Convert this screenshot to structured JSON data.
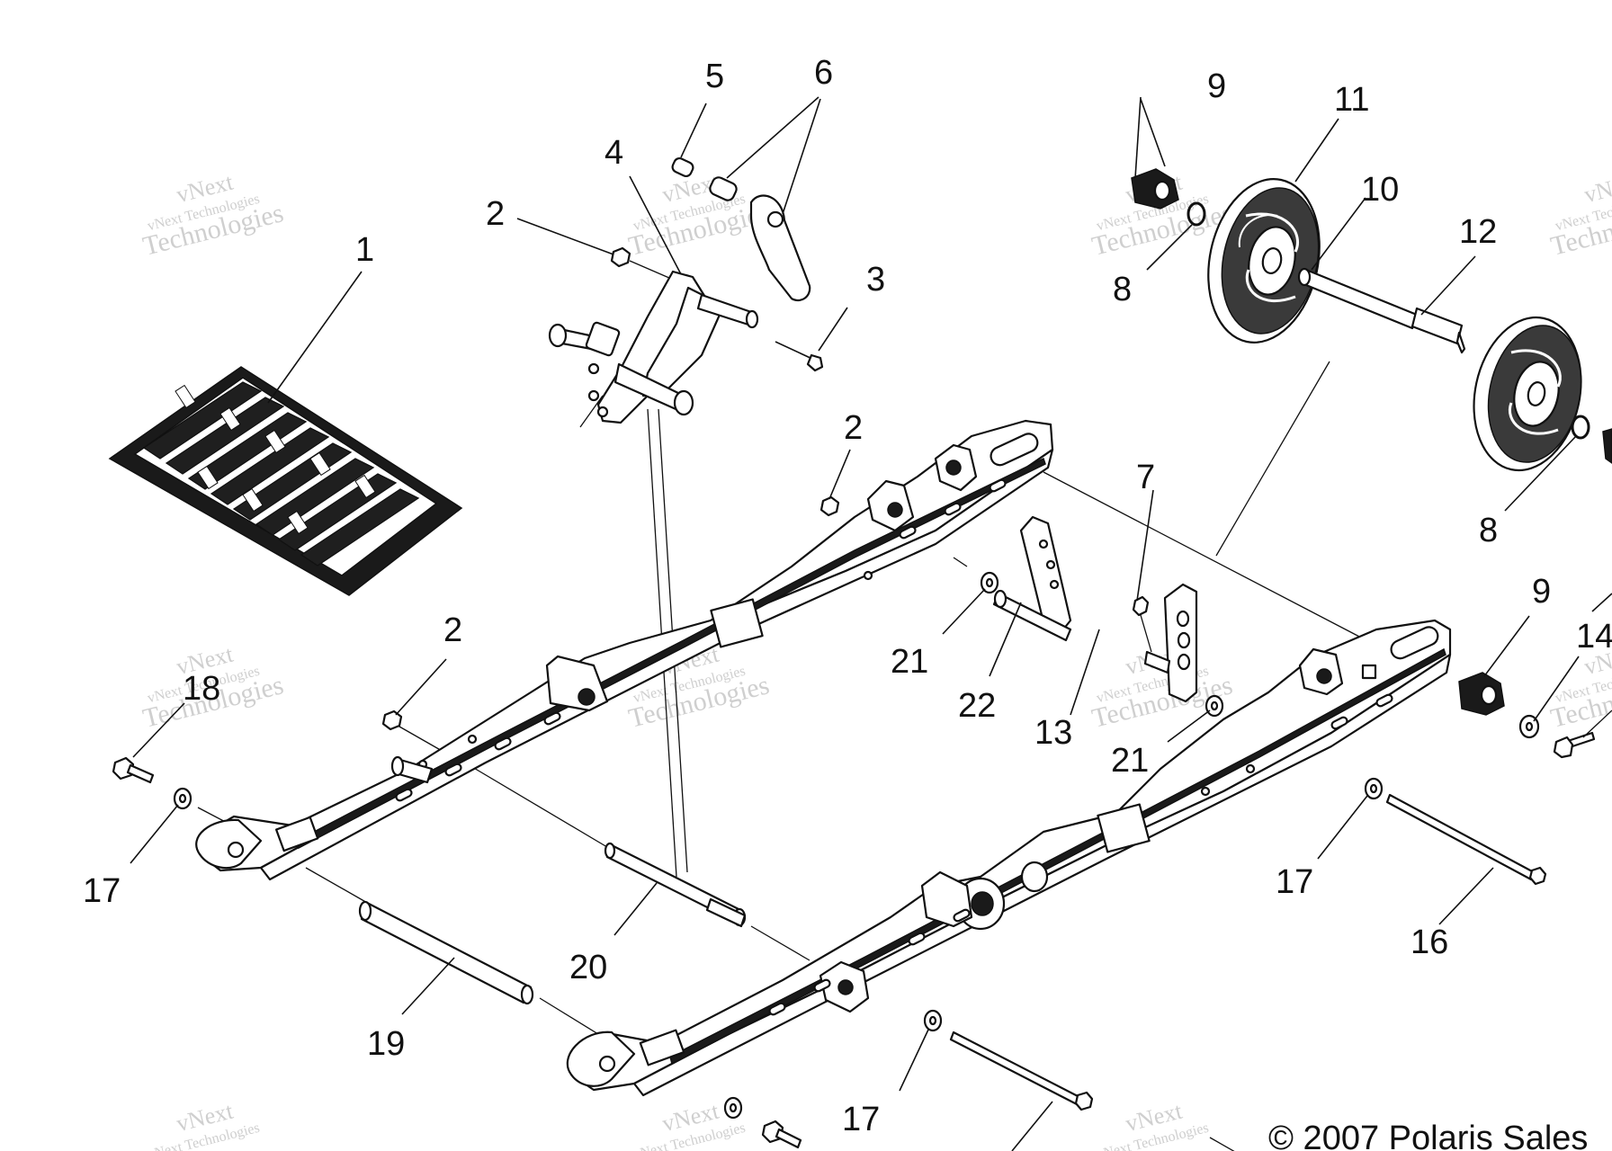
{
  "diagram": {
    "callouts": [
      {
        "id": "c1",
        "text": "1"
      },
      {
        "id": "c2a",
        "text": "2"
      },
      {
        "id": "c2b",
        "text": "2"
      },
      {
        "id": "c2c",
        "text": "2"
      },
      {
        "id": "c3",
        "text": "3"
      },
      {
        "id": "c4",
        "text": "4"
      },
      {
        "id": "c5",
        "text": "5"
      },
      {
        "id": "c6",
        "text": "6"
      },
      {
        "id": "c7",
        "text": "7"
      },
      {
        "id": "c8a",
        "text": "8"
      },
      {
        "id": "c8b",
        "text": "8"
      },
      {
        "id": "c9a",
        "text": "9"
      },
      {
        "id": "c9b",
        "text": "9"
      },
      {
        "id": "c10",
        "text": "10"
      },
      {
        "id": "c11",
        "text": "11"
      },
      {
        "id": "c12",
        "text": "12"
      },
      {
        "id": "c13",
        "text": "13"
      },
      {
        "id": "c14",
        "text": "14"
      },
      {
        "id": "c16",
        "text": "16"
      },
      {
        "id": "c17a",
        "text": "17"
      },
      {
        "id": "c17b",
        "text": "17"
      },
      {
        "id": "c17c",
        "text": "17"
      },
      {
        "id": "c18",
        "text": "18"
      },
      {
        "id": "c19",
        "text": "19"
      },
      {
        "id": "c20",
        "text": "20"
      },
      {
        "id": "c21a",
        "text": "21"
      },
      {
        "id": "c21b",
        "text": "21"
      },
      {
        "id": "c22",
        "text": "22"
      }
    ],
    "copyright": "© 2007 Polaris Sales",
    "watermark": {
      "line1": "vNext",
      "line2": "vNext Technologies",
      "line3": "Technologies"
    }
  }
}
